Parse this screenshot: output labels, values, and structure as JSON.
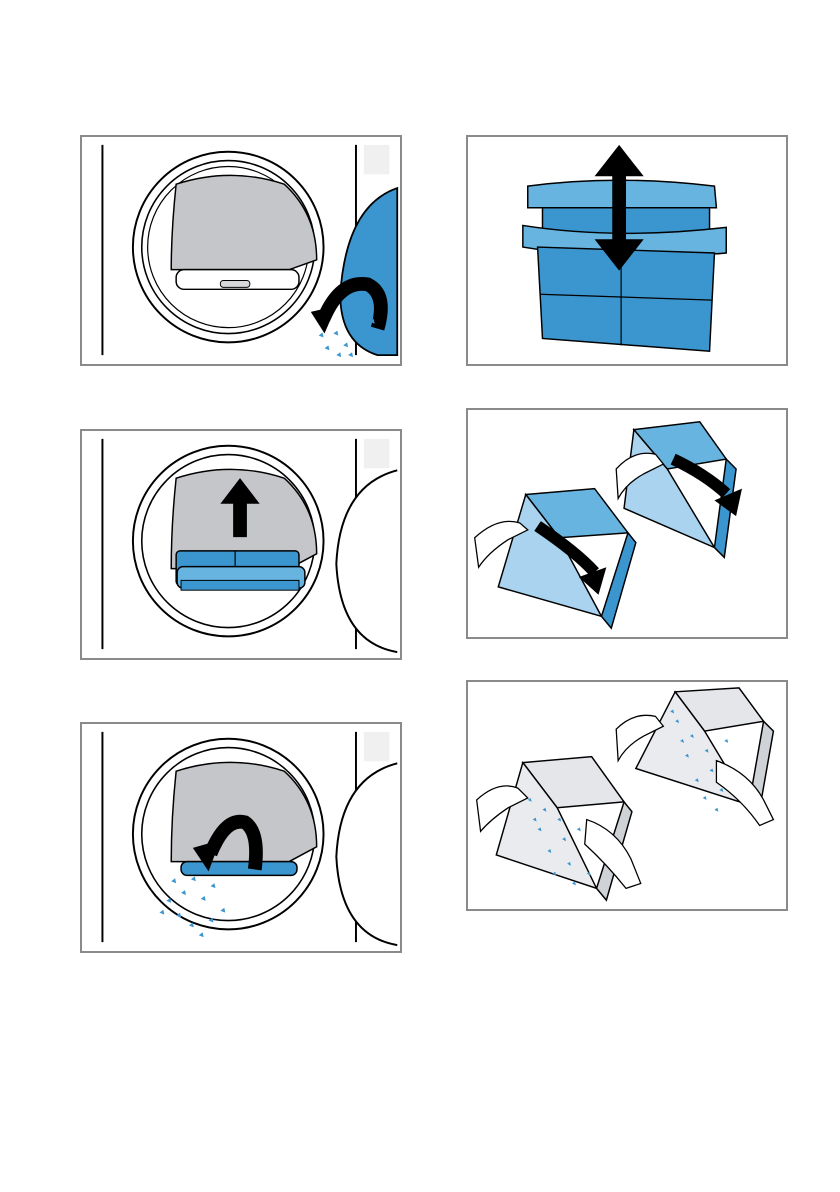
{
  "steps": [
    {
      "illustration": "door-flap-open-fluff-out"
    },
    {
      "illustration": "fluff-filter-lift-out"
    },
    {
      "illustration": "fluff-filter-tip-out"
    },
    {
      "illustration": "filter-separate-parts"
    },
    {
      "illustration": "filter-open-halves"
    },
    {
      "illustration": "filter-clean-fluff"
    }
  ],
  "colors": {
    "filter_blue": "#3b95cf",
    "filter_light": "#67b4e0",
    "drum_gray": "#c4c6c9",
    "border": "#8a8a8a",
    "arrow": "#000000"
  },
  "icons": [
    "curved-arrow-icon",
    "up-arrow-icon",
    "double-arrow-icon",
    "hand-icon",
    "fluff-icon"
  ]
}
